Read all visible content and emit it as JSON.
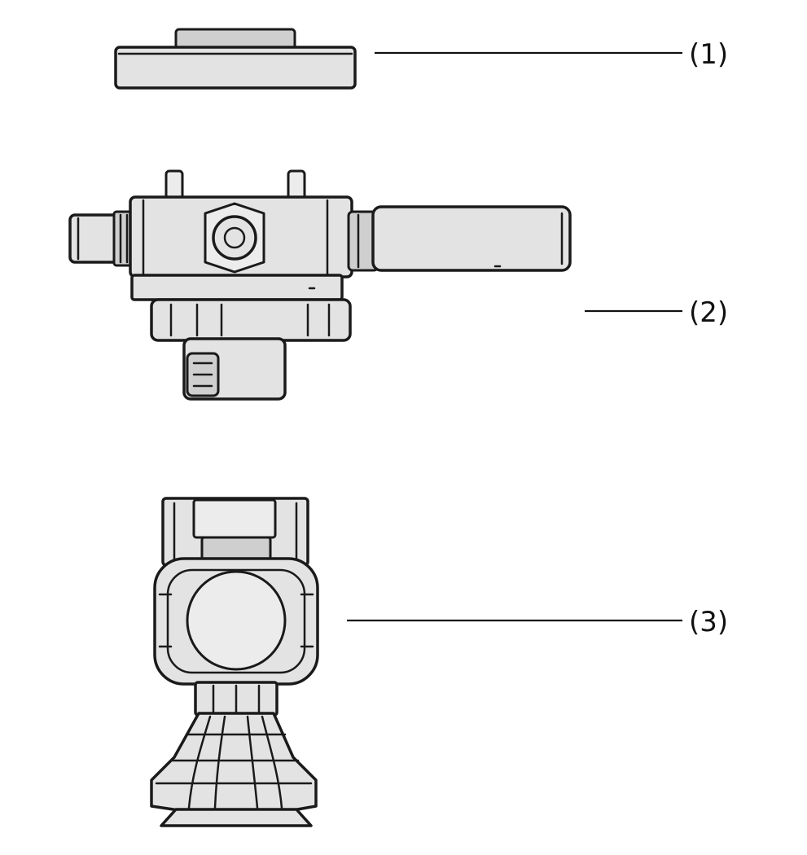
{
  "callouts": [
    {
      "id": "1",
      "text": "(1)"
    },
    {
      "id": "2",
      "text": "(2)"
    },
    {
      "id": "3",
      "text": "(3)"
    }
  ],
  "colors": {
    "stroke": "#1a1a1a",
    "fill": "#e3e3e3",
    "background": "#ffffff"
  }
}
